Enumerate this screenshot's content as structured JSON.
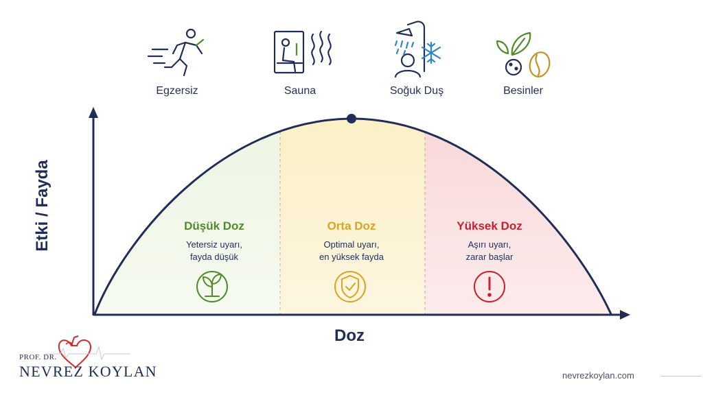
{
  "activities": [
    {
      "label": "Egzersiz",
      "icon": "running-person-icon"
    },
    {
      "label": "Sauna",
      "icon": "sauna-icon"
    },
    {
      "label": "Soğuk Duş",
      "icon": "cold-shower-icon"
    },
    {
      "label": "Besinler",
      "icon": "food-icon"
    }
  ],
  "axes": {
    "y_label": "Etki / Fayda",
    "x_label": "Doz"
  },
  "zones": [
    {
      "title": "Düşük Doz",
      "desc_line1": "Yetersiz uyarı,",
      "desc_line2": "fayda düşük",
      "color": "#4f8a2b",
      "icon": "sprout-icon"
    },
    {
      "title": "Orta Doz",
      "desc_line1": "Optimal uyarı,",
      "desc_line2": "en yüksek fayda",
      "color": "#d9a520",
      "icon": "shield-check-icon"
    },
    {
      "title": "Yüksek Doz",
      "desc_line1": "Aşırı uyarı,",
      "desc_line2": "zarar başlar",
      "color": "#c8202f",
      "icon": "exclamation-icon"
    }
  ],
  "branding": {
    "prefix": "PROF. DR.",
    "name": "NEVREZ KOYLAN",
    "website": "nevrezkoylan.com"
  },
  "colors": {
    "axis": "#1f2d57",
    "low_zone": "#e8f3da",
    "mid_zone": "#fbefc3",
    "high_zone": "#fadada",
    "heart": "#d42a2a"
  }
}
